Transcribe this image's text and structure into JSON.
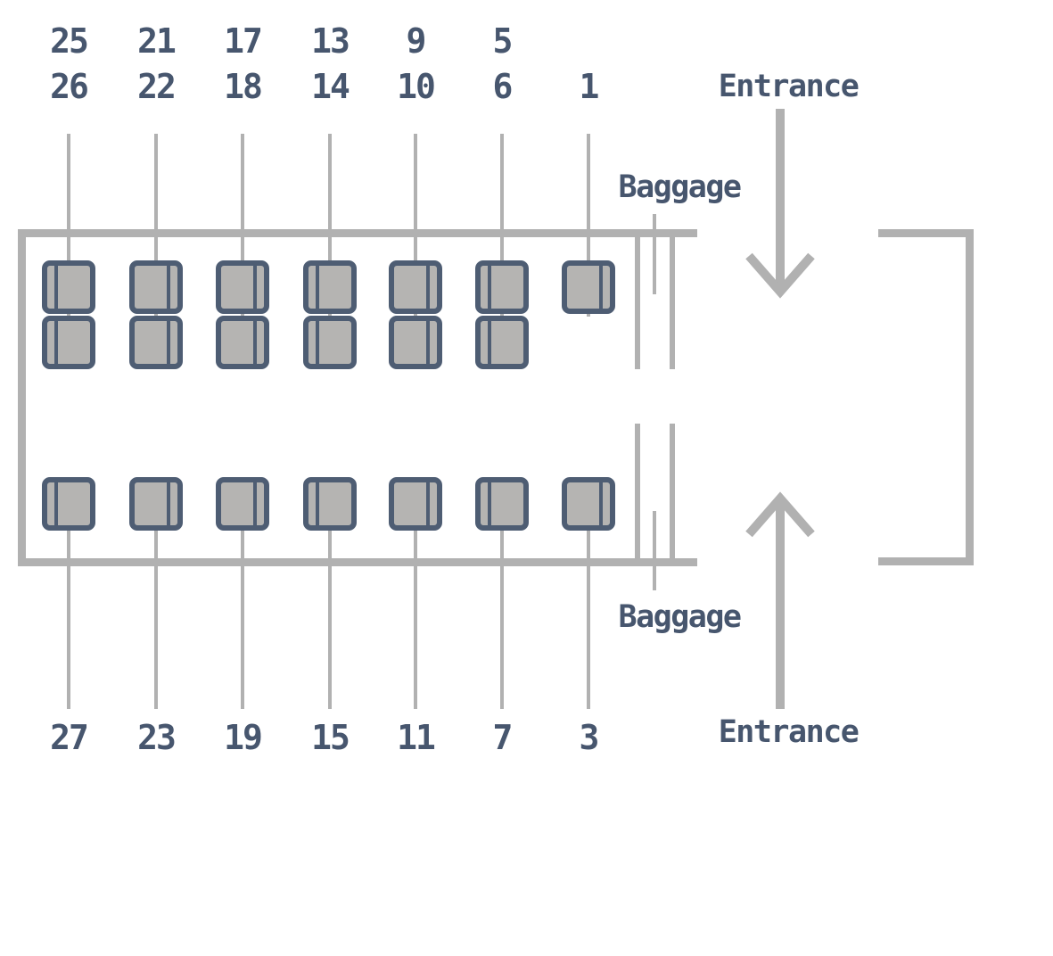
{
  "diagram_type": "vehicle seat map",
  "labels": {
    "entrance_top": "Entrance",
    "entrance_bottom": "Entrance",
    "baggage_top": "Baggage",
    "baggage_bottom": "Baggage"
  },
  "entrances": [
    {
      "label": "Entrance",
      "position": "top-right",
      "arrow_direction": "down"
    },
    {
      "label": "Entrance",
      "position": "bottom-right",
      "arrow_direction": "up"
    }
  ],
  "baggage_areas": [
    {
      "label": "Baggage",
      "position": "top"
    },
    {
      "label": "Baggage",
      "position": "bottom"
    }
  ],
  "seat_columns": [
    {
      "top_seats": [
        "25",
        "26"
      ],
      "bottom_seat": "27",
      "stripe_side": "left"
    },
    {
      "top_seats": [
        "21",
        "22"
      ],
      "bottom_seat": "23",
      "stripe_side": "right"
    },
    {
      "top_seats": [
        "17",
        "18"
      ],
      "bottom_seat": "19",
      "stripe_side": "right"
    },
    {
      "top_seats": [
        "13",
        "14"
      ],
      "bottom_seat": "15",
      "stripe_side": "left"
    },
    {
      "top_seats": [
        "9",
        "10"
      ],
      "bottom_seat": "11",
      "stripe_side": "right"
    },
    {
      "top_seats": [
        "5",
        "6"
      ],
      "bottom_seat": "7",
      "stripe_side": "left"
    },
    {
      "top_seats": [
        "1"
      ],
      "bottom_seat": "3",
      "stripe_side": "right"
    }
  ],
  "colors": {
    "text": "#47566e",
    "seat_border": "#4e5d73",
    "seat_fill": "#b5b4b2",
    "outline_gray": "#b1b1b1",
    "background": "#ffffff"
  }
}
